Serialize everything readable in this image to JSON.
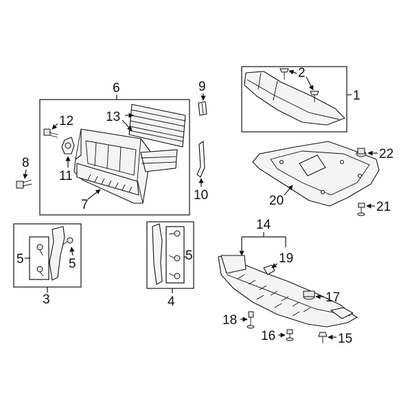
{
  "callouts": {
    "c1": "1",
    "c2": "2",
    "c3": "3",
    "c4": "4",
    "c5a": "5",
    "c5b": "5",
    "c5c": "5",
    "c6": "6",
    "c7": "7",
    "c8": "8",
    "c9": "9",
    "c10": "10",
    "c11": "11",
    "c12": "12",
    "c13": "13",
    "c14": "14",
    "c15": "15",
    "c16": "16",
    "c17": "17",
    "c18": "18",
    "c19": "19",
    "c20": "20",
    "c21": "21",
    "c22": "22"
  },
  "icons": {
    "arrowhead": "arrowhead-icon",
    "fastener": "fastener-icon"
  },
  "colors": {
    "line": "#111111",
    "part_fill": "#f4f4f4",
    "background": "#ffffff"
  }
}
